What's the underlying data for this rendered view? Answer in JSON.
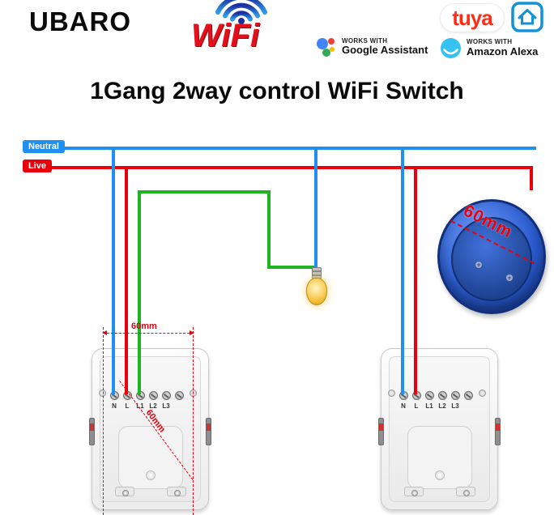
{
  "header": {
    "brand": "UBARO",
    "wifi_text": "WiFi",
    "tuya_text": "tuya",
    "google_badge": {
      "works_with": "WORKS WITH",
      "name": "Google Assistant"
    },
    "alexa_badge": {
      "works_with": "WORKS WITH",
      "name": "Amazon Alexa"
    }
  },
  "title": "1Gang 2way control WiFi Switch",
  "diagram": {
    "neutral_label": "Neutral",
    "live_label": "Live",
    "junction_box_dimension": "60mm",
    "width_dimension": "60mm",
    "diagonal_dimension": "60mm",
    "terminals": [
      "N",
      "L",
      "L1",
      "L2",
      "L3"
    ]
  },
  "colors": {
    "neutral_wire": "#1f8ff0",
    "live_wire": "#e8000d",
    "lamp_wire": "#1eb422",
    "junction_box": "#2a5bd0",
    "wifi_text": "#e3101c",
    "tuya_red": "#ff2d16",
    "alexa_blue": "#35c1f1"
  }
}
